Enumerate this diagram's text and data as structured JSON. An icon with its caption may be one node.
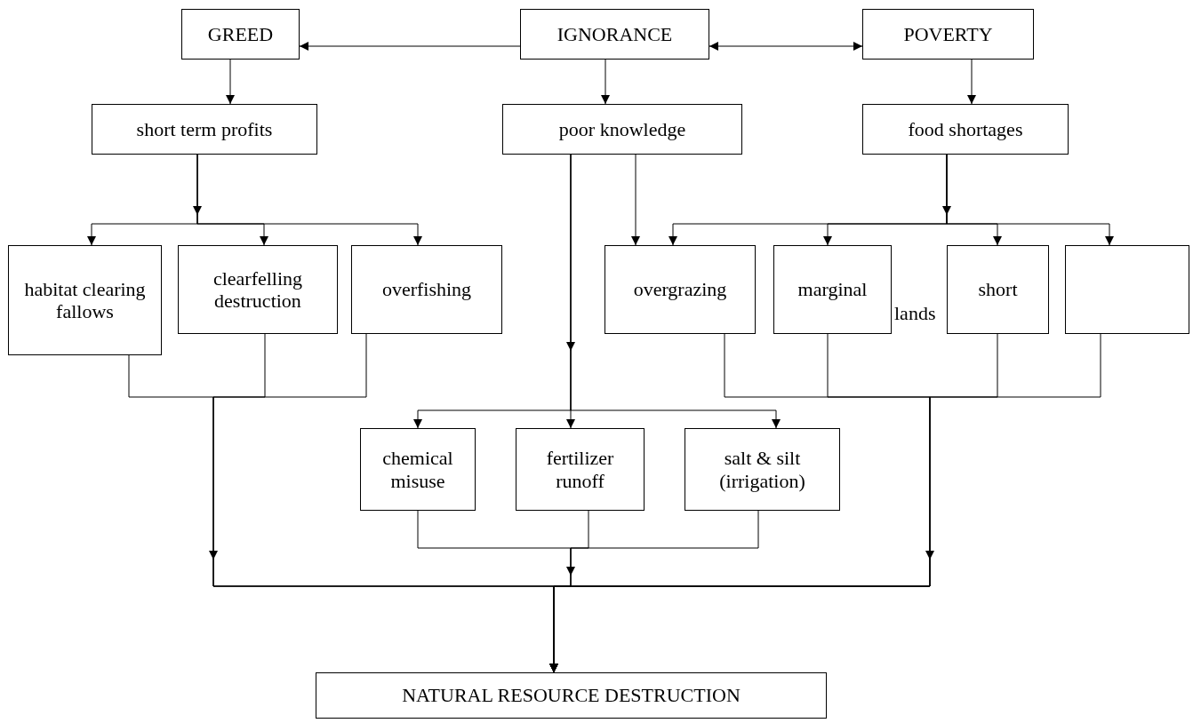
{
  "diagram": {
    "nodes": [
      {
        "text": [
          "GREED"
        ]
      },
      {
        "text": [
          "IGNORANCE"
        ]
      },
      {
        "text": [
          "POVERTY"
        ]
      },
      {
        "text": [
          "short term profits"
        ]
      },
      {
        "text": [
          "poor knowledge"
        ]
      },
      {
        "text": [
          "food shortages"
        ]
      },
      {
        "text": [
          "habitat clearing fallows"
        ]
      },
      {
        "text": [
          "clearfelling destruction"
        ]
      },
      {
        "text": [
          "overfishing"
        ]
      },
      {
        "text": [
          "overgrazing"
        ]
      },
      {
        "text": [
          "marginal"
        ]
      },
      {
        "text": [
          "short"
        ]
      },
      {
        "text": [],
        "shape": "box"
      },
      {
        "text": [
          "chemical misuse"
        ]
      },
      {
        "text": [
          "fertilizer runoff"
        ]
      },
      {
        "text": [
          "salt & silt (irrigation)"
        ]
      },
      {
        "text": [
          "NATURAL RESOURCE DESTRUCTION"
        ]
      }
    ],
    "edges": [
      {
        "from": 1,
        "to": 0,
        "arrow": "to"
      },
      {
        "from": 1,
        "to": 2,
        "arrow": "both"
      },
      {
        "from": 0,
        "to": 3,
        "arrow": "to"
      },
      {
        "from": 1,
        "to": 4,
        "arrow": "to"
      },
      {
        "from": 2,
        "to": 5,
        "arrow": "to"
      },
      {
        "from": 3,
        "to": 6,
        "arrow": "to"
      },
      {
        "from": 3,
        "to": 7,
        "arrow": "to"
      },
      {
        "from": 3,
        "to": 8,
        "arrow": "to"
      },
      {
        "from": 5,
        "to": 9,
        "arrow": "to"
      },
      {
        "from": 5,
        "to": 10,
        "arrow": "to"
      },
      {
        "from": 5,
        "to": 11,
        "arrow": "to"
      },
      {
        "from": 5,
        "to": 12,
        "arrow": "to"
      },
      {
        "from": 4,
        "to": 9,
        "arrow": "to"
      },
      {
        "from": 4,
        "to": 13,
        "arrow": "to"
      },
      {
        "from": 4,
        "to": 14,
        "arrow": "to"
      },
      {
        "from": 4,
        "to": 15,
        "arrow": "to"
      },
      {
        "from": 6,
        "to": 16,
        "arrow": "to"
      },
      {
        "from": 7,
        "to": 16,
        "arrow": "to"
      },
      {
        "from": 8,
        "to": 16,
        "arrow": "to"
      },
      {
        "from": 9,
        "to": 16,
        "arrow": "to"
      },
      {
        "from": 10,
        "to": 16,
        "arrow": "to"
      },
      {
        "from": 11,
        "to": 16,
        "arrow": "to"
      },
      {
        "from": 12,
        "to": 16,
        "arrow": "to"
      },
      {
        "from": 13,
        "to": 16,
        "arrow": "to"
      },
      {
        "from": 14,
        "to": 16,
        "arrow": "to"
      },
      {
        "from": 15,
        "to": 16,
        "arrow": "to"
      }
    ],
    "labels": [
      "lands"
    ]
  }
}
